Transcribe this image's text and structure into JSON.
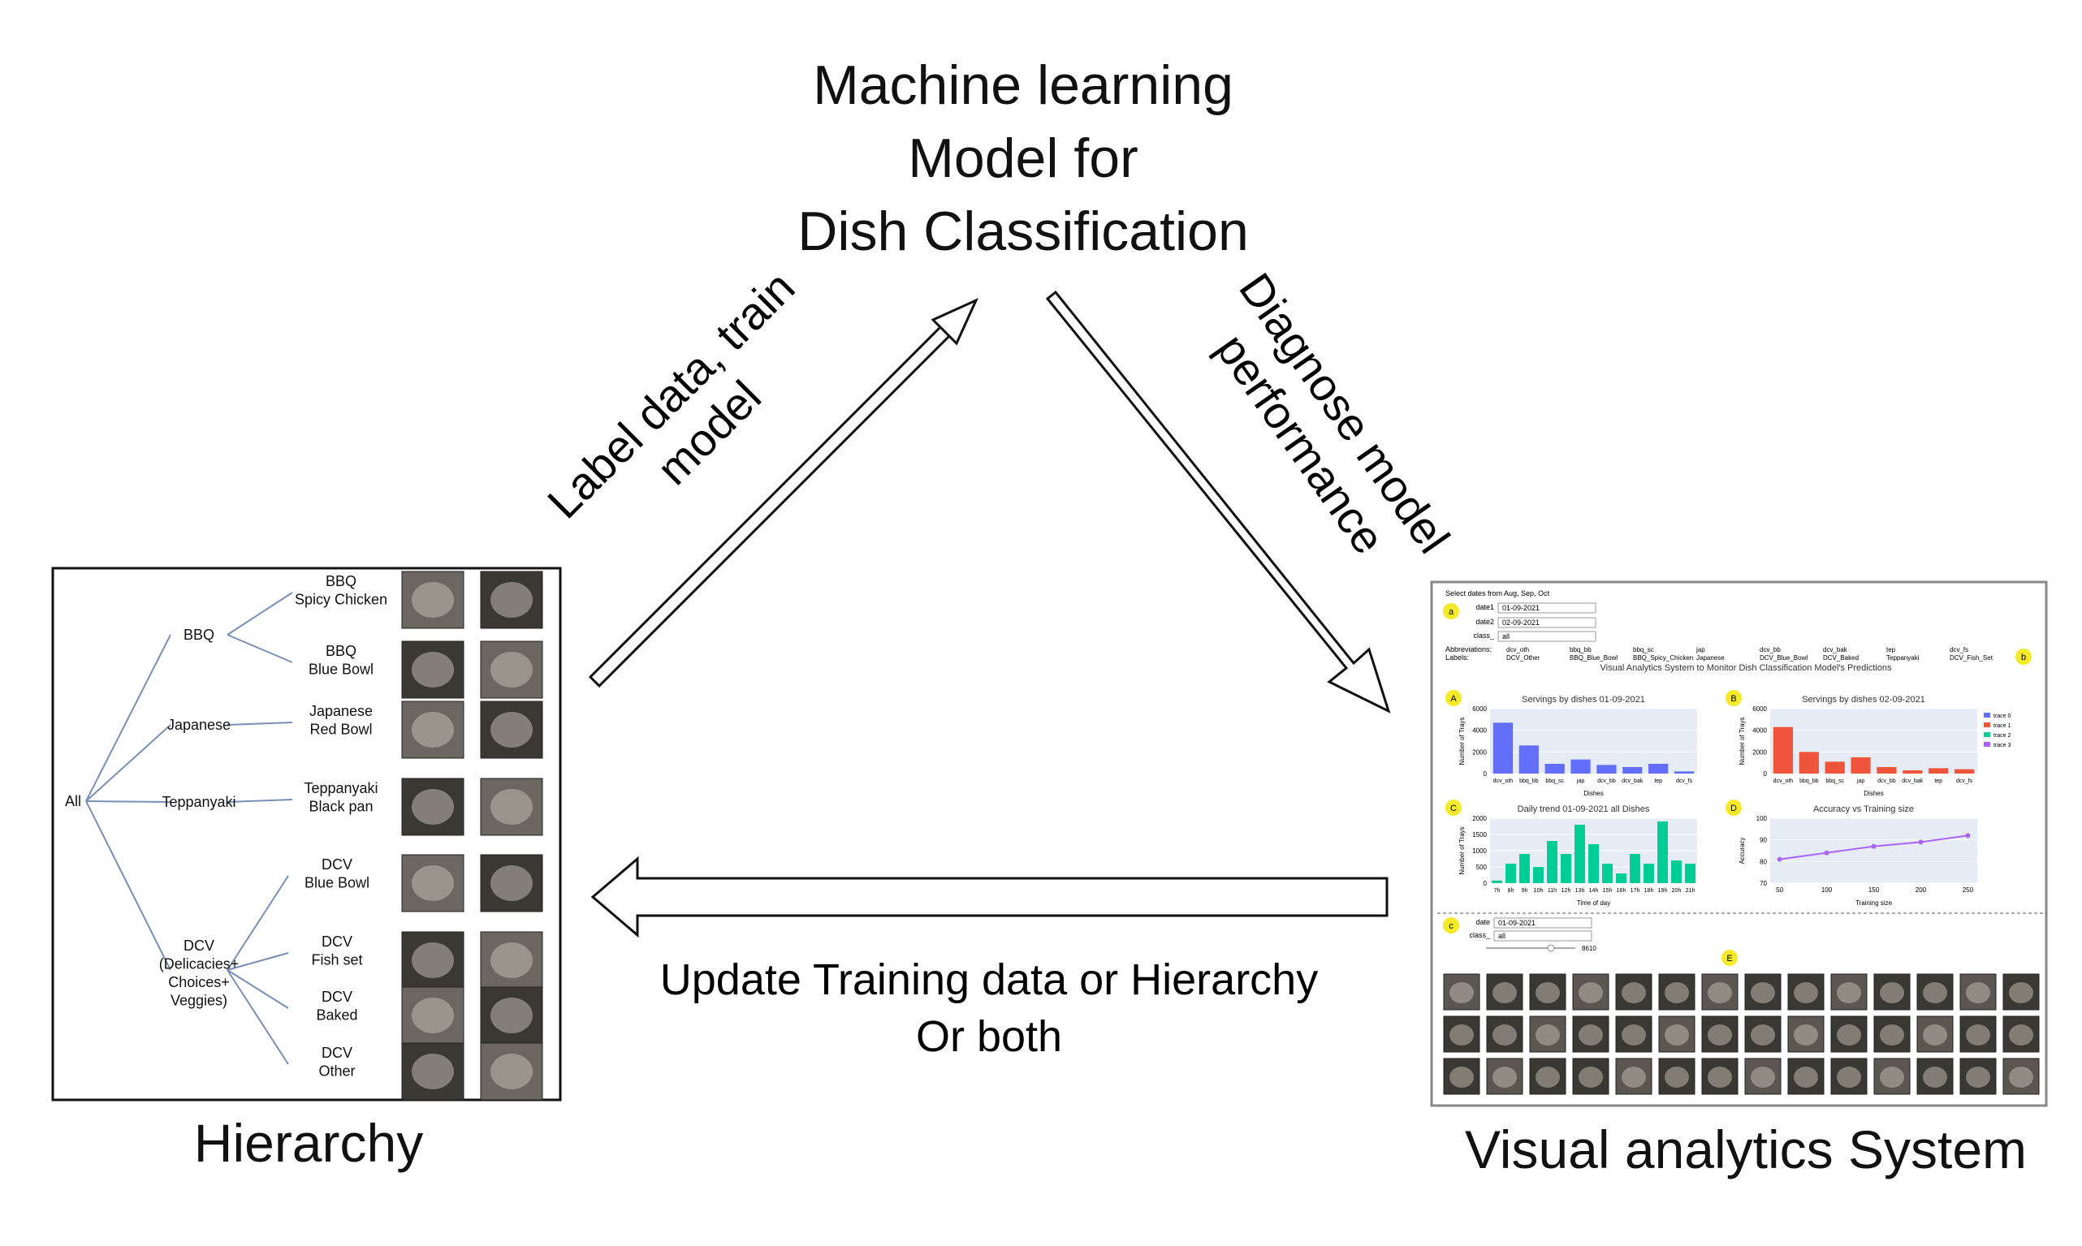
{
  "model": {
    "title_lines": [
      "Machine learning",
      "Model for",
      "Dish Classification"
    ]
  },
  "edges": {
    "label_train": [
      "Label data, train",
      "model"
    ],
    "diagnose": [
      "Diagnose model",
      "performance"
    ],
    "update": [
      "Update Training data or Hierarchy",
      "Or both"
    ]
  },
  "captions": {
    "hierarchy": "Hierarchy",
    "vas": "Visual analytics System"
  },
  "hierarchy": {
    "root": "All",
    "level1": [
      "BBQ",
      "Japanese",
      "Teppanyaki",
      "DCV\n(Delicacies+\nChoices+\nVeggies)"
    ],
    "leaves": [
      {
        "parent": "BBQ",
        "label": "BBQ\nSpicy Chicken"
      },
      {
        "parent": "BBQ",
        "label": "BBQ\nBlue Bowl"
      },
      {
        "parent": "Japanese",
        "label": "Japanese\nRed Bowl"
      },
      {
        "parent": "Teppanyaki",
        "label": "Teppanyaki\nBlack pan"
      },
      {
        "parent": "DCV",
        "label": "DCV\nBlue Bowl"
      },
      {
        "parent": "DCV",
        "label": "DCV\nFish set"
      },
      {
        "parent": "DCV",
        "label": "DCV\nBaked"
      },
      {
        "parent": "DCV",
        "label": "DCV\nOther"
      }
    ]
  },
  "vas": {
    "select_text": "Select dates from Aug, Sep, Oct",
    "date1_label": "date1",
    "date1_value": "01-09-2021",
    "date2_label": "date2",
    "date2_value": "02-09-2021",
    "class_label": "class_",
    "class_value": "all",
    "abbrev_label": "Abbreviations:",
    "labels_label": "Labels:",
    "abbrevs": [
      "dcv_oth",
      "bbq_bb",
      "bbq_sc",
      "jap",
      "dcv_bb",
      "dcv_bak",
      "tep",
      "dcv_fs"
    ],
    "labels": [
      "DCV_Other",
      "BBQ_Blue_Bowl",
      "BBQ_Spicy_Chicken",
      "Japanese",
      "DCV_Blue_Bowl",
      "DCV_Baked",
      "Teppanyaki",
      "DCV_Fish_Set"
    ],
    "main_title": "Visual Analytics System to Monitor Dish Classification Model's Predictions",
    "markers": [
      "a",
      "b",
      "A",
      "B",
      "C",
      "D",
      "c",
      "E"
    ],
    "date_label": "date",
    "date_value": "01-09-2021",
    "class2_label": "class_",
    "class2_value": "all",
    "slider_value": "8610"
  },
  "chart_data": [
    {
      "type": "bar",
      "title": "Servings by dishes 01-09-2021",
      "xlabel": "Dishes",
      "ylabel": "Number of Trays",
      "categories": [
        "dcv_oth",
        "bbq_bb",
        "bbq_sc",
        "jap",
        "dcv_bb",
        "dcv_bak",
        "tep",
        "dcv_fs"
      ],
      "values": [
        4700,
        2600,
        900,
        1300,
        800,
        600,
        900,
        200
      ],
      "ylim": [
        0,
        6000
      ],
      "yticks": [
        "0",
        "2000",
        "4000",
        "6000"
      ],
      "color": "#636efa"
    },
    {
      "type": "bar",
      "title": "Servings by dishes 02-09-2021",
      "xlabel": "Dishes",
      "ylabel": "Number of Trays",
      "categories": [
        "dcv_oth",
        "bbq_bb",
        "bbq_sc",
        "jap",
        "dcv_bb",
        "dcv_bak",
        "tep",
        "dcv_fs"
      ],
      "values": [
        4300,
        2000,
        1100,
        1500,
        600,
        300,
        500,
        400
      ],
      "ylim": [
        0,
        6000
      ],
      "yticks": [
        "0",
        "2000",
        "4000",
        "6000"
      ],
      "color": "#ef553b",
      "legend": [
        "trace 0",
        "trace 1",
        "trace 2",
        "trace 3"
      ],
      "legend_colors": [
        "#636efa",
        "#ef553b",
        "#00cc96",
        "#ab63fa"
      ]
    },
    {
      "type": "bar",
      "title": "Daily trend 01-09-2021 all Dishes",
      "xlabel": "Time of day",
      "ylabel": "Number of Trays",
      "categories": [
        "7h",
        "8h",
        "9h",
        "10h",
        "11h",
        "12h",
        "13h",
        "14h",
        "15h",
        "16h",
        "17h",
        "18h",
        "19h",
        "20h",
        "21h"
      ],
      "values": [
        80,
        600,
        900,
        500,
        1300,
        900,
        1800,
        1200,
        600,
        300,
        900,
        600,
        1900,
        700,
        600
      ],
      "ylim": [
        0,
        2000
      ],
      "yticks": [
        "0",
        "500",
        "1000",
        "1500",
        "2000"
      ],
      "color": "#00cc96"
    },
    {
      "type": "line",
      "title": "Accuracy vs Training size",
      "xlabel": "Training size",
      "ylabel": "Accuracy",
      "x": [
        50,
        100,
        150,
        200,
        250
      ],
      "y": [
        81,
        84,
        87,
        89,
        92
      ],
      "xlim": [
        40,
        260
      ],
      "ylim": [
        70,
        100
      ],
      "yticks": [
        "70",
        "80",
        "90",
        "100"
      ],
      "xticks": [
        "50",
        "100",
        "150",
        "200",
        "250"
      ],
      "color": "#ab63fa"
    }
  ],
  "colors": {
    "marker_yellow": "#f4ea2a",
    "dark_photo": "#3a3833",
    "mid_photo": "#6b6660"
  }
}
